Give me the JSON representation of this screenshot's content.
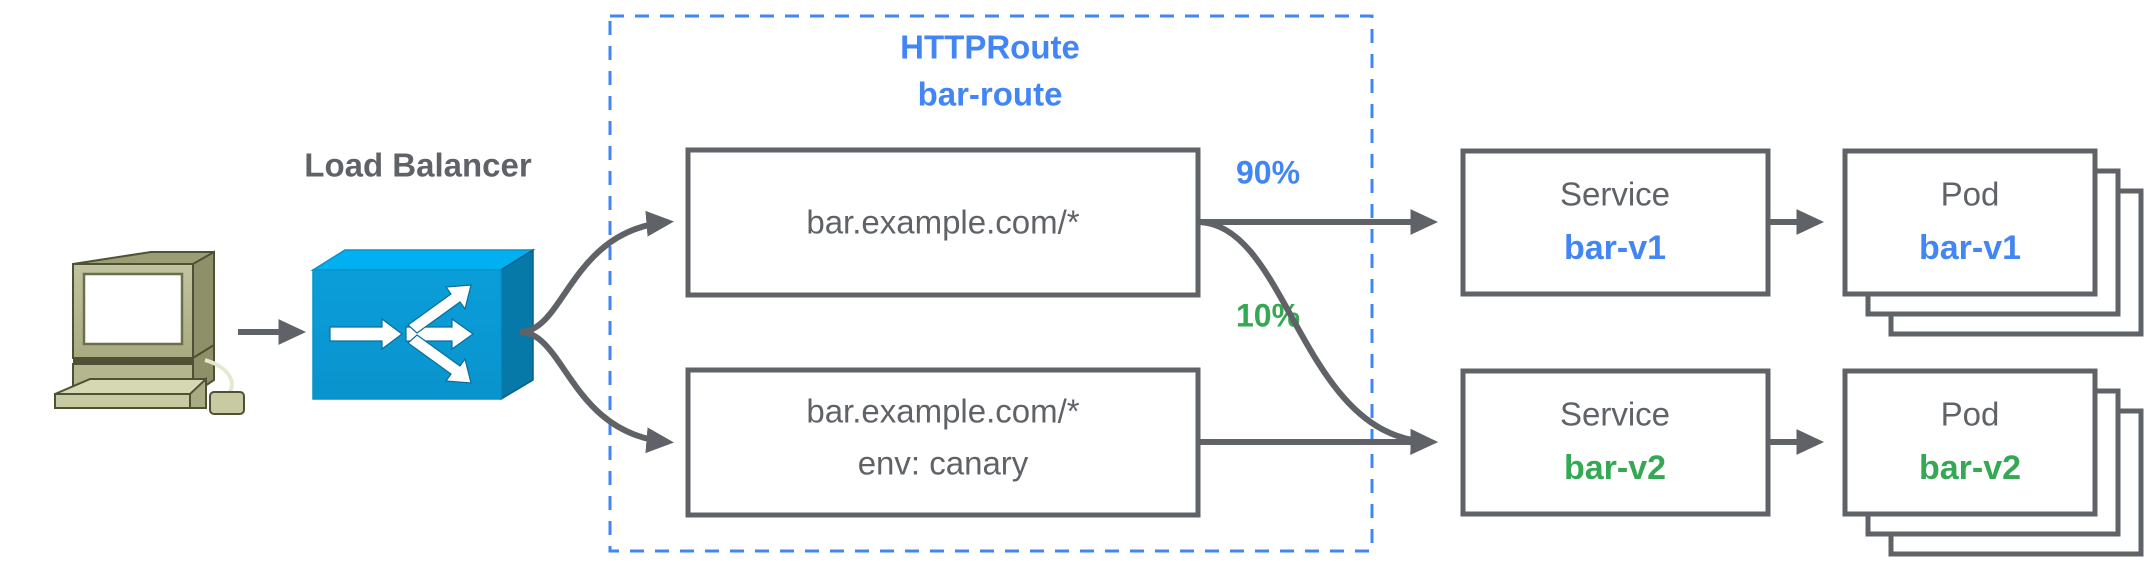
{
  "diagram": {
    "title": "Gateway API HTTPRoute traffic splitting",
    "client": {
      "icon": "desktop-computer-icon",
      "label": ""
    },
    "load_balancer": {
      "label": "Load Balancer",
      "icon": "load-balancer-switch-icon"
    },
    "group": {
      "kind_label": "HTTPRoute",
      "name_label": "bar-route",
      "border_color": "#4285f4"
    },
    "rules": [
      {
        "id": "rule-primary",
        "line1": "bar.example.com/*",
        "line2": ""
      },
      {
        "id": "rule-canary",
        "line1": "bar.example.com/*",
        "line2": "env: canary"
      }
    ],
    "weights": [
      {
        "id": "weight-90",
        "label": "90%",
        "color": "#4285f4"
      },
      {
        "id": "weight-10",
        "label": "10%",
        "color": "#34a853"
      }
    ],
    "services": [
      {
        "id": "service-bar-v1",
        "kind": "Service",
        "name": "bar-v1",
        "color": "#4285f4"
      },
      {
        "id": "service-bar-v2",
        "kind": "Service",
        "name": "bar-v2",
        "color": "#34a853"
      }
    ],
    "pods": [
      {
        "id": "pod-bar-v1",
        "kind": "Pod",
        "name": "bar-v1",
        "color": "#4285f4",
        "replicas": 3
      },
      {
        "id": "pod-bar-v2",
        "kind": "Pod",
        "name": "bar-v2",
        "color": "#34a853",
        "replicas": 3
      }
    ],
    "colors": {
      "blue": "#4285f4",
      "green": "#34a853",
      "gray": "#5f6368",
      "lb_blue": "#0b9dd8",
      "monitor_beige": "#b3b58c"
    }
  }
}
